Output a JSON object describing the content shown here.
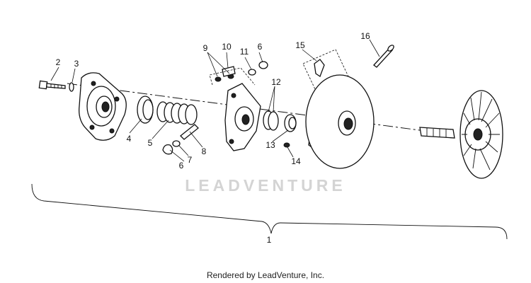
{
  "diagram": {
    "callouts": [
      "1",
      "2",
      "3",
      "4",
      "5",
      "6",
      "6",
      "7",
      "8",
      "9",
      "10",
      "11",
      "12",
      "13",
      "14",
      "15",
      "16"
    ],
    "watermark": "LEADVENTURE",
    "footer": "Rendered by LeadVenture, Inc."
  }
}
